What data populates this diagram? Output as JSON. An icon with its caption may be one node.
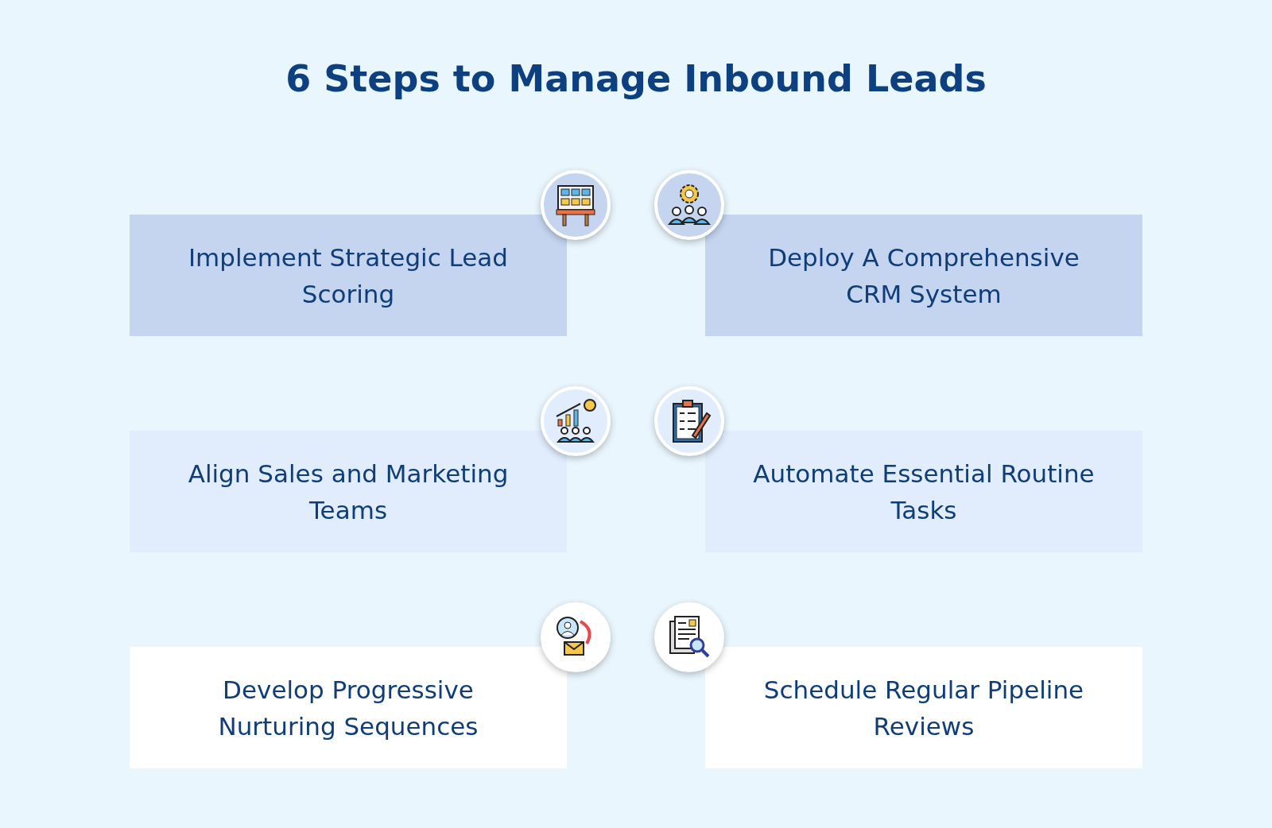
{
  "diagram": {
    "title": "6 Steps to Manage Inbound Leads",
    "nodes": [
      {
        "text": [
          "Implement Strategic Lead Scoring"
        ]
      },
      {
        "text": [
          "Deploy A Comprehensive CRM System"
        ]
      },
      {
        "text": [
          "Align Sales and Marketing Teams"
        ]
      },
      {
        "text": [
          "Automate Essential Routine Tasks"
        ]
      },
      {
        "text": [
          "Develop Progressive Nurturing Sequences"
        ]
      },
      {
        "text": [
          "Schedule Regular Pipeline Reviews"
        ]
      }
    ]
  }
}
